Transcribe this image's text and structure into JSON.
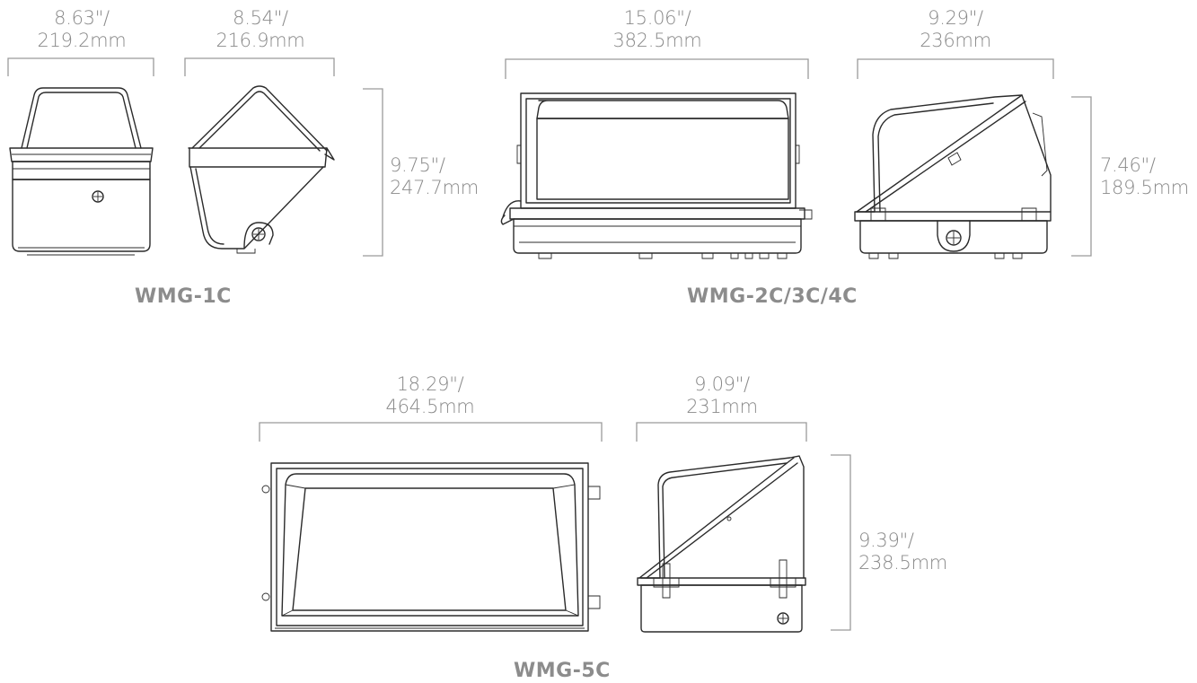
{
  "models": {
    "wmg1c": {
      "name": "WMG-1C",
      "front_width": {
        "imperial": "8.63\"/",
        "metric": "219.2mm"
      },
      "side_width": {
        "imperial": "8.54\"/",
        "metric": "216.9mm"
      },
      "height": {
        "imperial": "9.75\"/",
        "metric": "247.7mm"
      }
    },
    "wmg2c": {
      "name": "WMG-2C/3C/4C",
      "front_width": {
        "imperial": "15.06\"/",
        "metric": "382.5mm"
      },
      "side_width": {
        "imperial": "9.29\"/",
        "metric": "236mm"
      },
      "height": {
        "imperial": "7.46\"/",
        "metric": "189.5mm"
      }
    },
    "wmg5c": {
      "name": "WMG-5C",
      "front_width": {
        "imperial": "18.29\"/",
        "metric": "464.5mm"
      },
      "side_width": {
        "imperial": "9.09\"/",
        "metric": "231mm"
      },
      "height": {
        "imperial": "9.39\"/",
        "metric": "238.5mm"
      }
    }
  }
}
